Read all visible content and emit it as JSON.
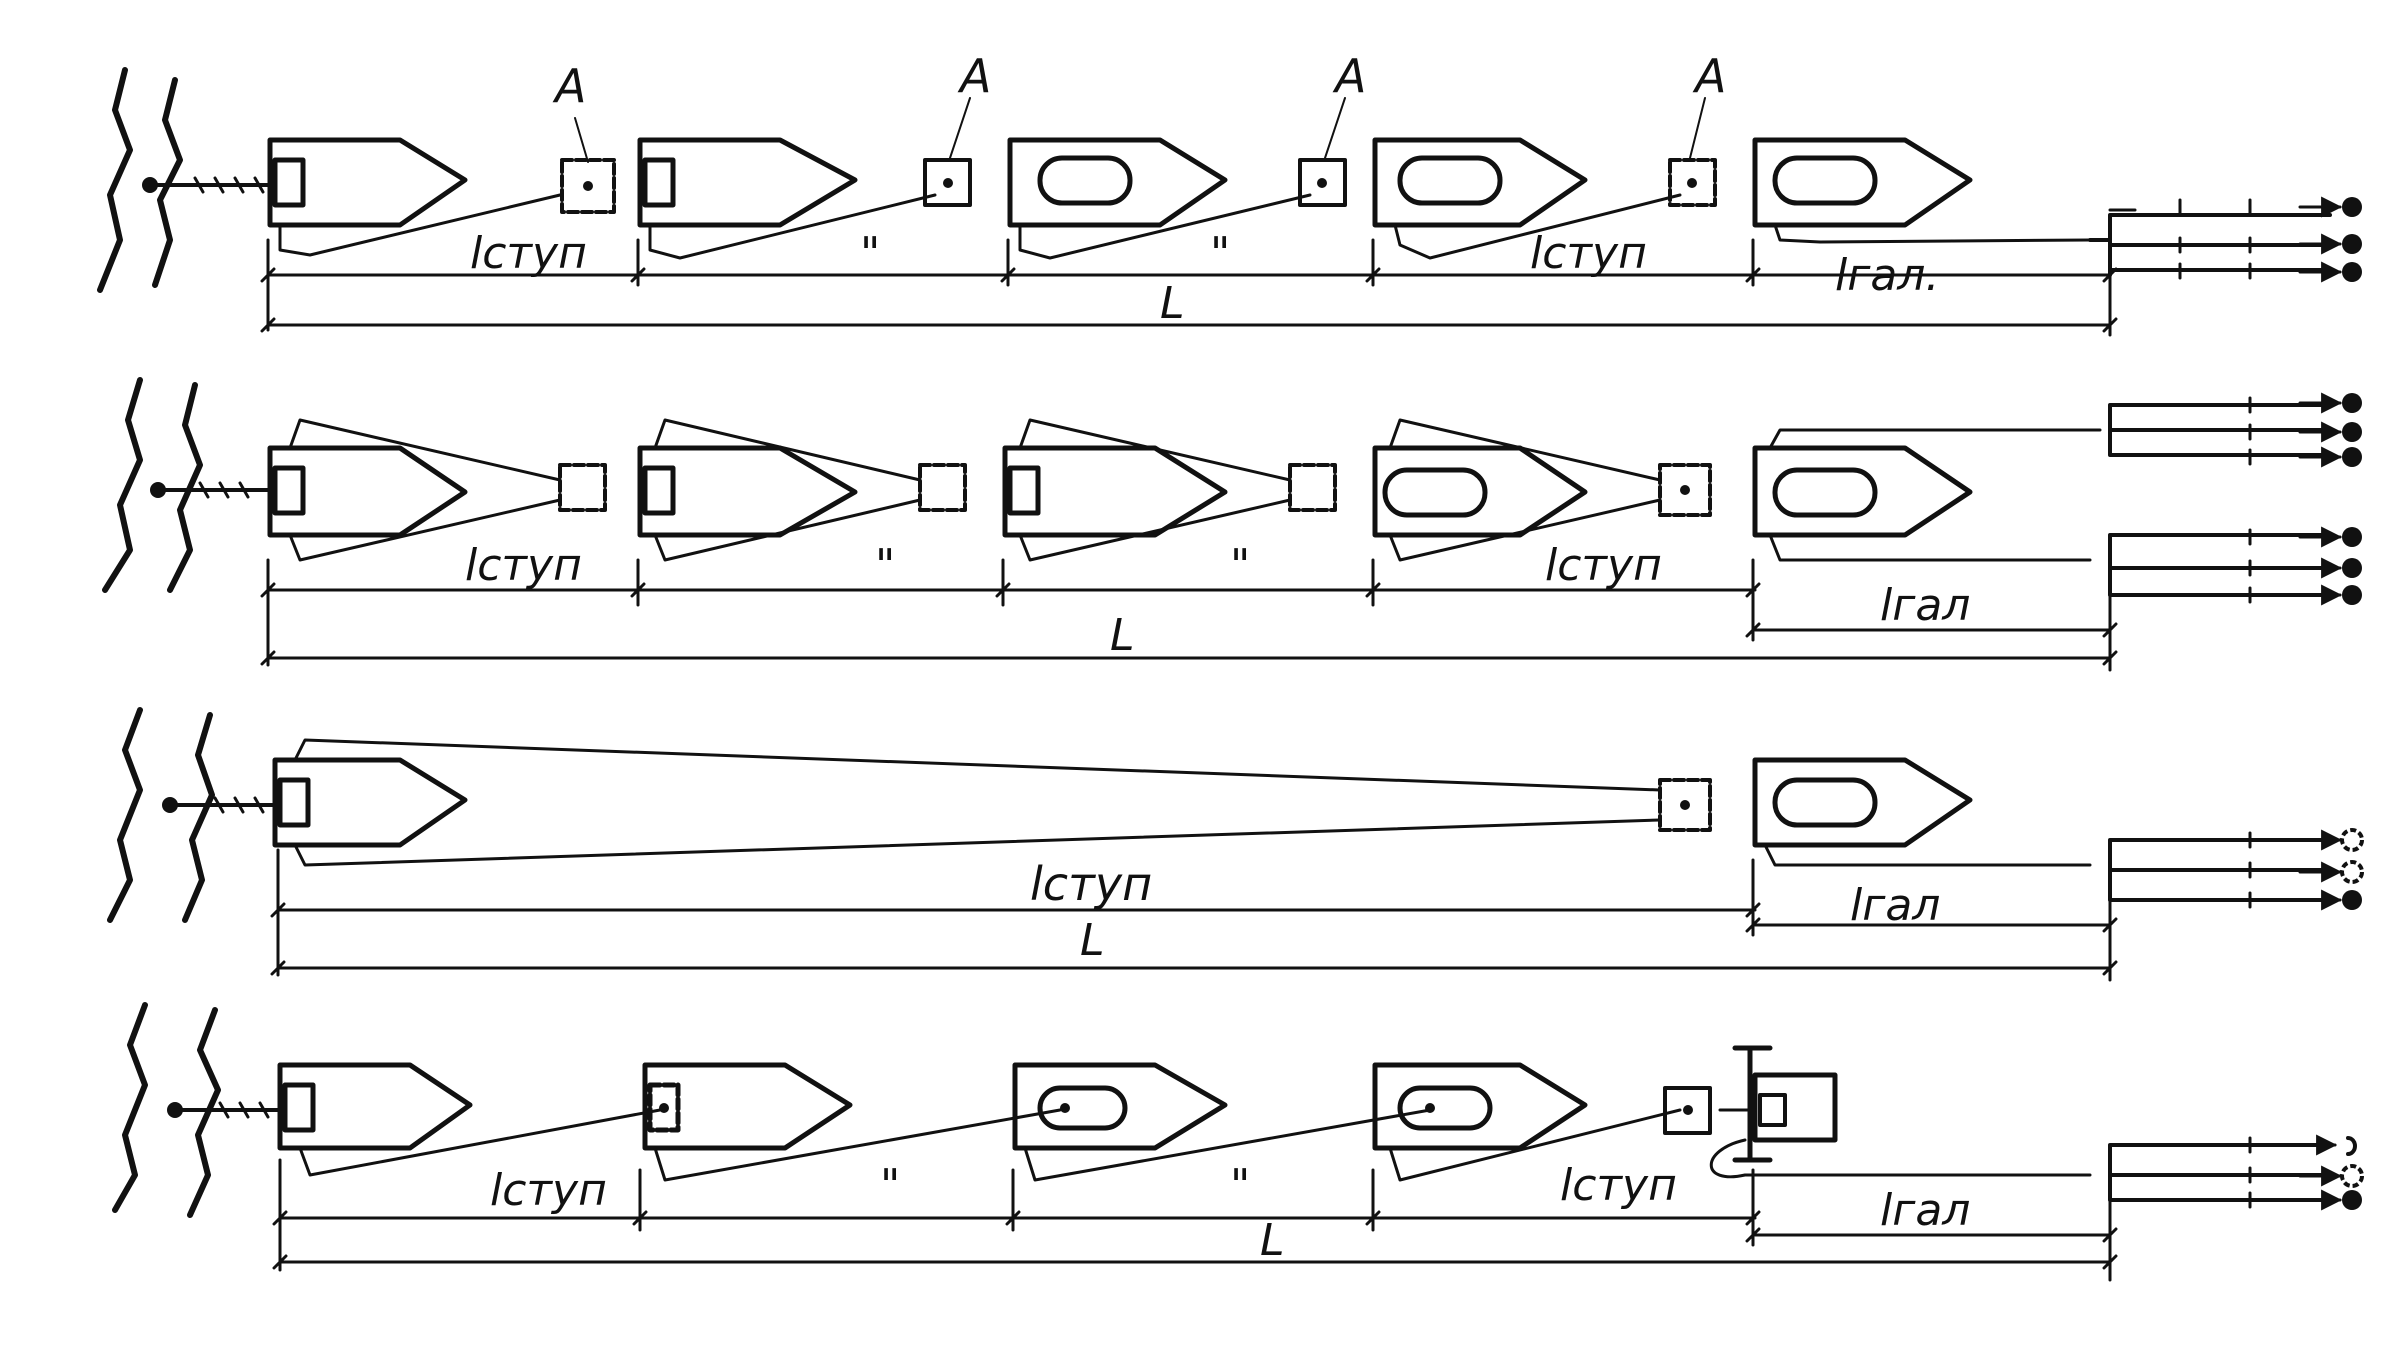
{
  "colors": {
    "ink": "#111111",
    "paper": "#ffffff"
  },
  "rows": [
    {
      "id": "row-1",
      "a_labels": [
        "A",
        "A",
        "A",
        "A"
      ],
      "segment_labels": [
        "lступ",
        "\"",
        "\"",
        "lступ"
      ],
      "gal_label": "lгал.",
      "total_label": "L"
    },
    {
      "id": "row-2",
      "segment_labels": [
        "lступ",
        "\"",
        "\"",
        "lступ"
      ],
      "gal_label": "lгал",
      "total_label": "L"
    },
    {
      "id": "row-3",
      "segment_labels": [
        "lступ"
      ],
      "gal_label": "lгал",
      "total_label": "L"
    },
    {
      "id": "row-4",
      "segment_labels": [
        "lступ",
        "\"",
        "\"",
        "lступ"
      ],
      "gal_label": "lгал",
      "total_label": "L"
    }
  ]
}
